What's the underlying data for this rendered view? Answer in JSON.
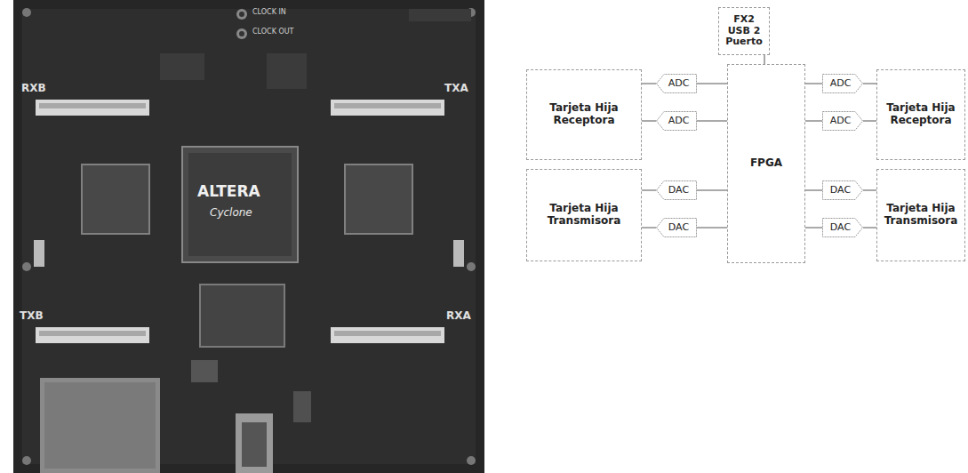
{
  "diagram": {
    "nodes": [
      {
        "text": [
          "FX2 USB 2 Puerto"
        ]
      },
      {
        "text": [
          "Tarjeta Hija Receptora"
        ]
      },
      {
        "text": [
          "ADC"
        ]
      },
      {
        "text": [
          "ADC"
        ]
      },
      {
        "text": [
          "FPGA"
        ]
      },
      {
        "text": [
          "ADC"
        ]
      },
      {
        "text": [
          "ADC"
        ]
      },
      {
        "text": [
          "Tarjeta Hija Receptora"
        ]
      },
      {
        "text": [
          "Tarjeta Hija Transmisora"
        ]
      },
      {
        "text": [
          "DAC"
        ]
      },
      {
        "text": [
          "DAC"
        ]
      },
      {
        "text": [
          "DAC"
        ]
      },
      {
        "text": [
          "DAC"
        ]
      },
      {
        "text": [
          "Tarjeta Hija Transmisora"
        ]
      }
    ],
    "edges": [
      {
        "from": 0,
        "to": 4,
        "arrow": "none"
      },
      {
        "from": 2,
        "to": 1,
        "arrow": "none"
      },
      {
        "from": 2,
        "to": 4,
        "arrow": "none"
      },
      {
        "from": 3,
        "to": 1,
        "arrow": "none"
      },
      {
        "from": 3,
        "to": 4,
        "arrow": "none"
      },
      {
        "from": 5,
        "to": 4,
        "arrow": "none"
      },
      {
        "from": 5,
        "to": 7,
        "arrow": "none"
      },
      {
        "from": 6,
        "to": 4,
        "arrow": "none"
      },
      {
        "from": 6,
        "to": 7,
        "arrow": "none"
      },
      {
        "from": 9,
        "to": 8,
        "arrow": "none"
      },
      {
        "from": 9,
        "to": 4,
        "arrow": "none"
      },
      {
        "from": 10,
        "to": 8,
        "arrow": "none"
      },
      {
        "from": 10,
        "to": 4,
        "arrow": "none"
      },
      {
        "from": 11,
        "to": 4,
        "arrow": "none"
      },
      {
        "from": 11,
        "to": 13,
        "arrow": "none"
      },
      {
        "from": 12,
        "to": 4,
        "arrow": "none"
      },
      {
        "from": 12,
        "to": 13,
        "arrow": "none"
      }
    ],
    "labels": [
      "RXB",
      "TXA",
      "TXB",
      "RXA",
      "CLOCK IN",
      "CLOCK OUT",
      "ALTERA",
      "Cyclone"
    ]
  }
}
